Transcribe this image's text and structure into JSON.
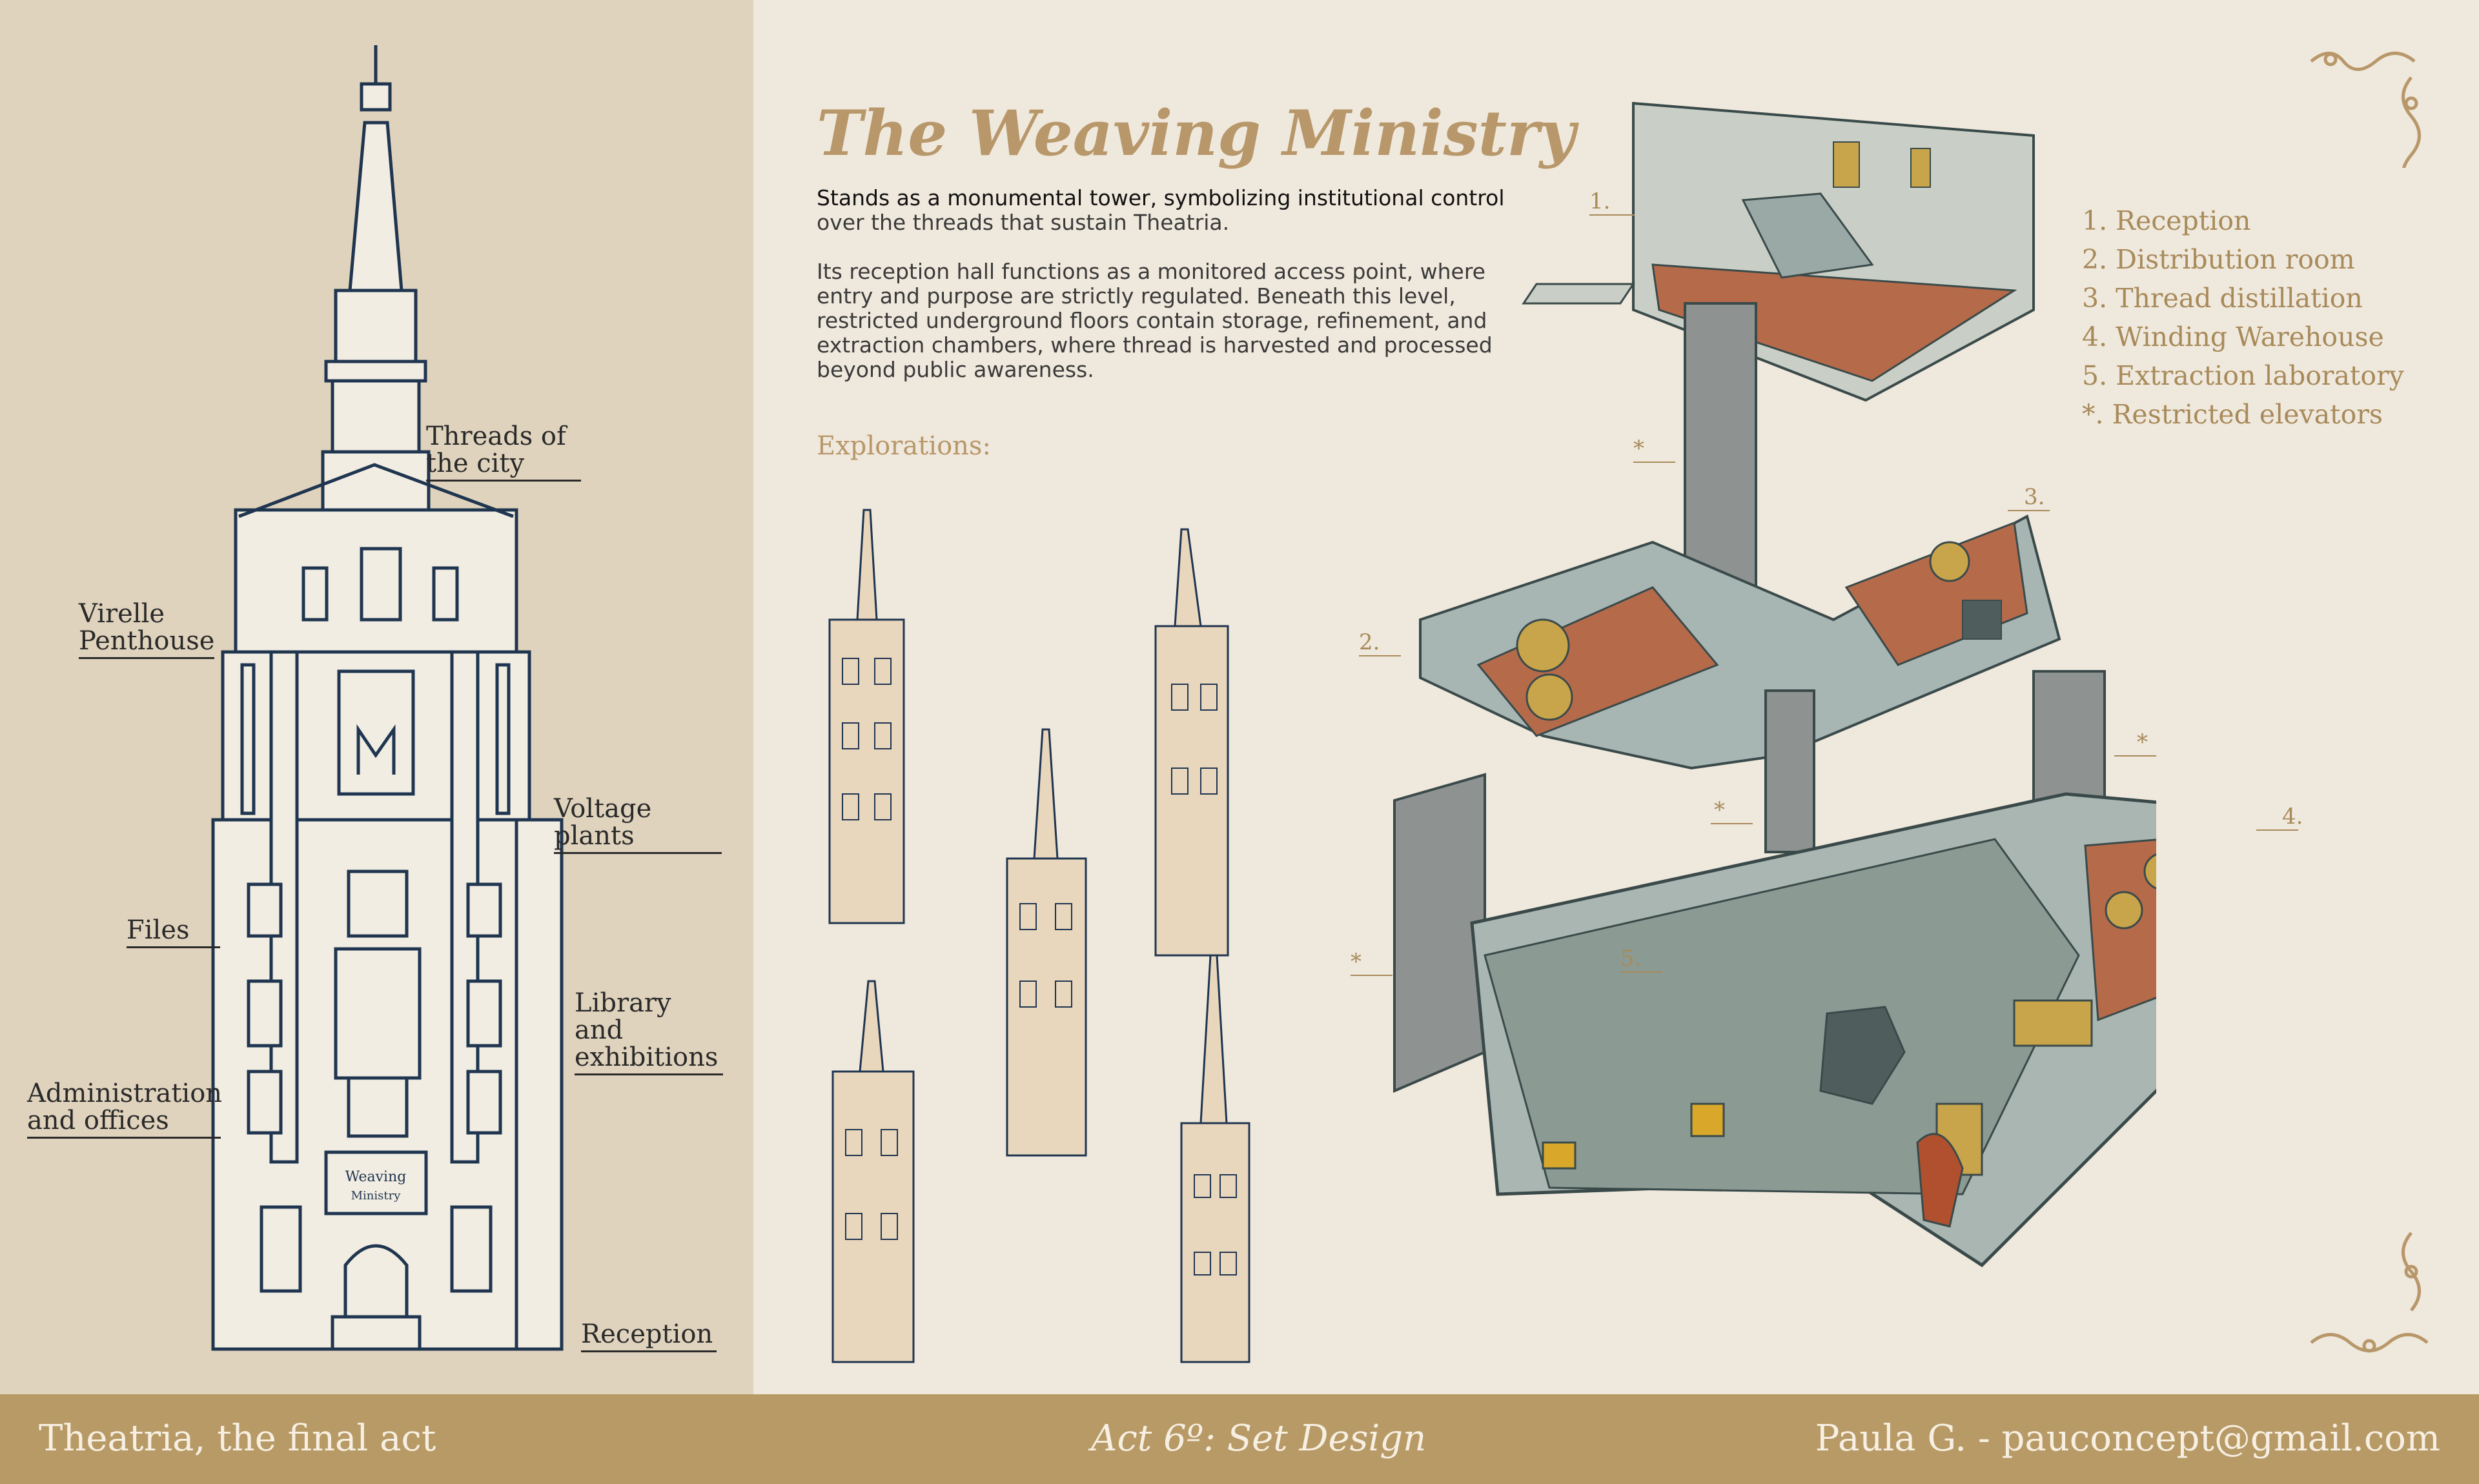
{
  "title": "The Weaving Ministry",
  "description": {
    "p1_strong": "Stands as a monumental tower, symbolizing institutional control",
    "p1_rest": " over the threads that sustain Theatria.",
    "p2": "Its reception hall functions as a monitored access point, where entry and purpose are strictly regulated. Beneath this level, restricted underground floors contain storage, refinement, and extraction chambers, where thread is harvested and processed beyond public awareness."
  },
  "explorations_label": "Explorations:",
  "tower_labels": {
    "threads": "Threads of the city",
    "penthouse": "Virelle Penthouse",
    "voltage": "Voltage plants",
    "files": "Files",
    "library": "Library and exhibitions",
    "admin": "Administration and offices",
    "reception": "Reception"
  },
  "tower_sign": "Weaving Ministry",
  "legend": [
    "1. Reception",
    "2. Distribution room",
    "3. Thread distillation",
    "4. Winding Warehouse",
    "5. Extraction laboratory",
    "*. Restricted elevators"
  ],
  "diagram_numbers": {
    "n1": "1.",
    "n2": "2.",
    "n3": "3.",
    "n4": "4.",
    "n5": "5.",
    "star": "*"
  },
  "footer": {
    "left": "Theatria, the final act",
    "center": "Act 6º: Set Design",
    "right": "Paula G. - pauconcept@gmail.com"
  },
  "colors": {
    "accent_gold": "#b8976a",
    "left_panel": "#e0d3bd",
    "right_panel": "#efe8dc",
    "footer": "#b89a66",
    "ink": "#1f3550"
  }
}
